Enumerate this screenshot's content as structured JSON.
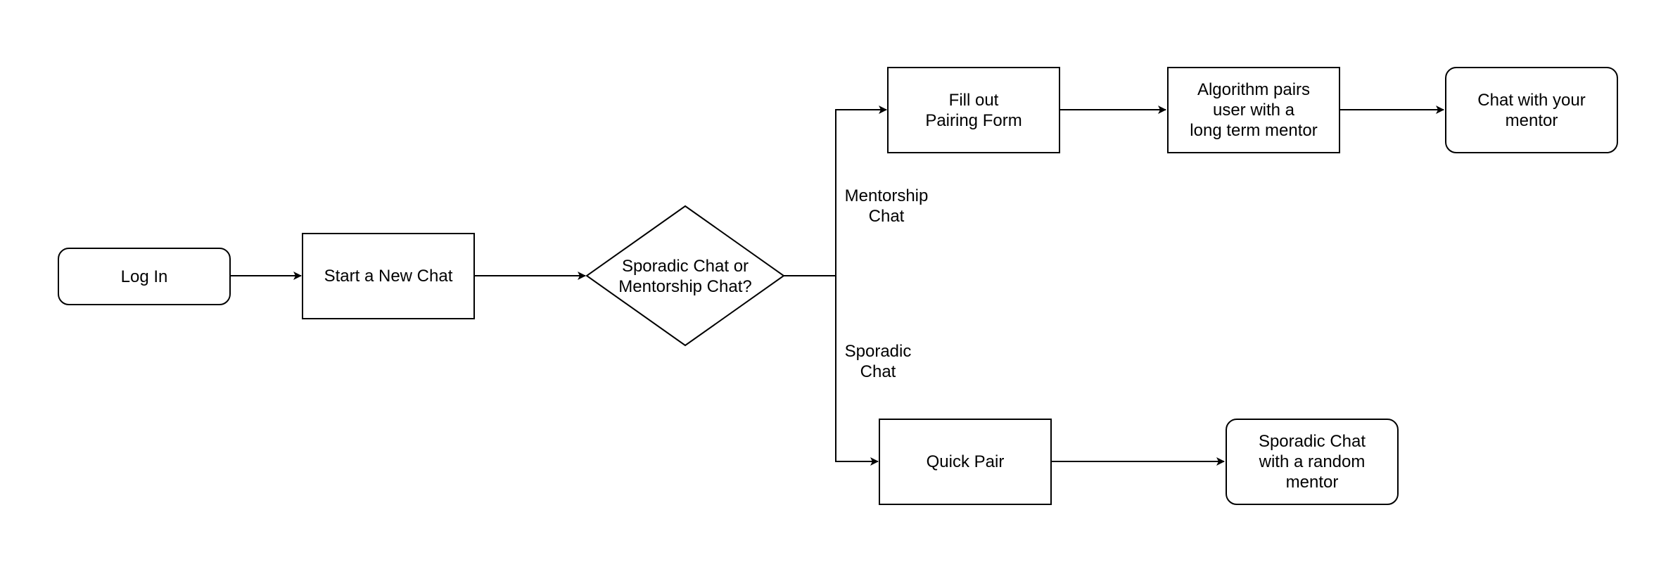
{
  "nodes": {
    "login": "Log In",
    "start_chat": "Start a New Chat",
    "decision": "Sporadic Chat or\nMentorship Chat?",
    "pairing_form": "Fill out\nPairing Form",
    "algorithm": "Algorithm pairs\nuser with a\nlong term mentor",
    "chat_mentor": "Chat with your\nmentor",
    "quick_pair": "Quick Pair",
    "sporadic_random": "Sporadic Chat\nwith a random\nmentor"
  },
  "edges": {
    "mentorship_label": "Mentorship\nChat",
    "sporadic_label": "Sporadic\nChat"
  }
}
